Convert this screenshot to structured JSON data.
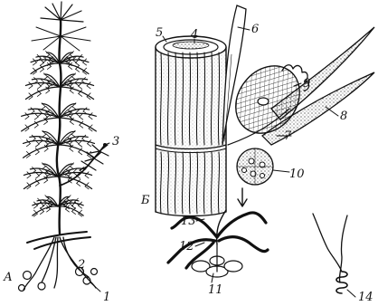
{
  "figure": {
    "panel_a_label": "А",
    "panel_b_label": "Б",
    "callouts": [
      "1",
      "2",
      "3",
      "4",
      "5",
      "6",
      "7",
      "8",
      "9",
      "10",
      "11",
      "12",
      "13",
      "14"
    ]
  }
}
